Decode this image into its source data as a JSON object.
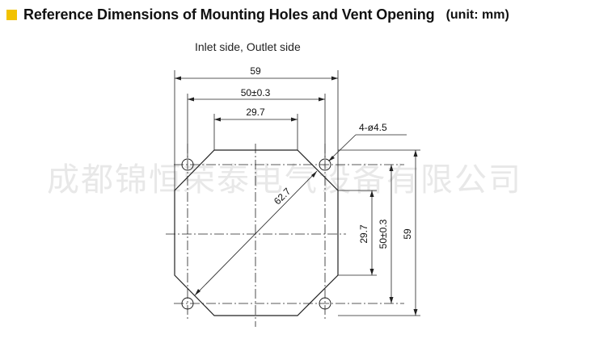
{
  "header": {
    "title": "Reference Dimensions of Mounting Holes and Vent Opening",
    "unit": "(unit: mm)",
    "accent_color": "#f2c200"
  },
  "subtitle": "Inlet side, Outlet side",
  "watermark": "成都锦恒荣泰电气设备有限公司",
  "dimensions": {
    "overall_width": "59",
    "hole_pitch_horizontal": "50±0.3",
    "opening_flat_width": "29.7",
    "hole_spec": "4-ø4.5",
    "diagonal": "62.7",
    "opening_flat_height": "29.7",
    "hole_pitch_vertical": "50±0.3",
    "overall_height": "59"
  }
}
